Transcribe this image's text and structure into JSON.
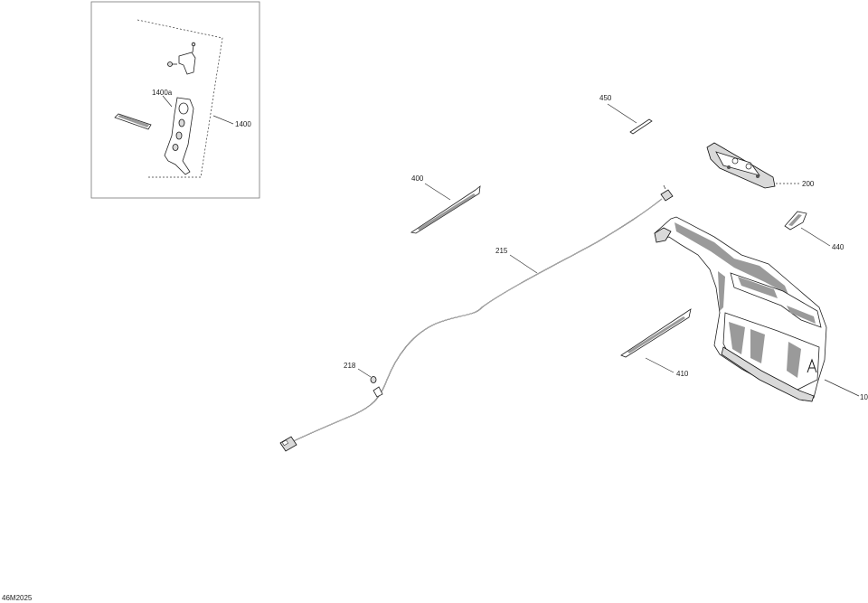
{
  "diagram_id": "46M2025",
  "callouts": {
    "c1400": "1400",
    "c1400a": "1400a",
    "c450": "450",
    "c400": "400",
    "c200": "200",
    "c215": "215",
    "c440": "440",
    "c218": "218",
    "c410": "410",
    "c10": "10"
  }
}
